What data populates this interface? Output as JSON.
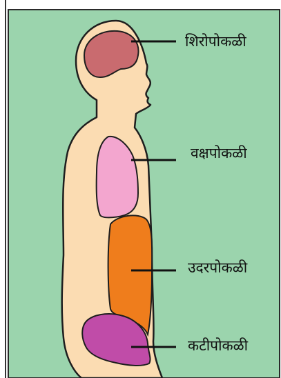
{
  "diagram": {
    "colors": {
      "background_panel": "#9bd4ad",
      "body_skin": "#fbdcb2",
      "outline": "#1e1e1e",
      "cranial_cavity": "#c96b6f",
      "thoracic_cavity": "#f3a6cf",
      "abdominal_cavity": "#ef7d1c",
      "pelvic_cavity": "#c04ca8",
      "leader_line": "#111111"
    },
    "labels": {
      "cranial": "शिरोपोकळी",
      "thoracic": "वक्षपोकळी",
      "abdominal": "उदरपोकळी",
      "pelvic": "कटीपोकळी"
    }
  }
}
